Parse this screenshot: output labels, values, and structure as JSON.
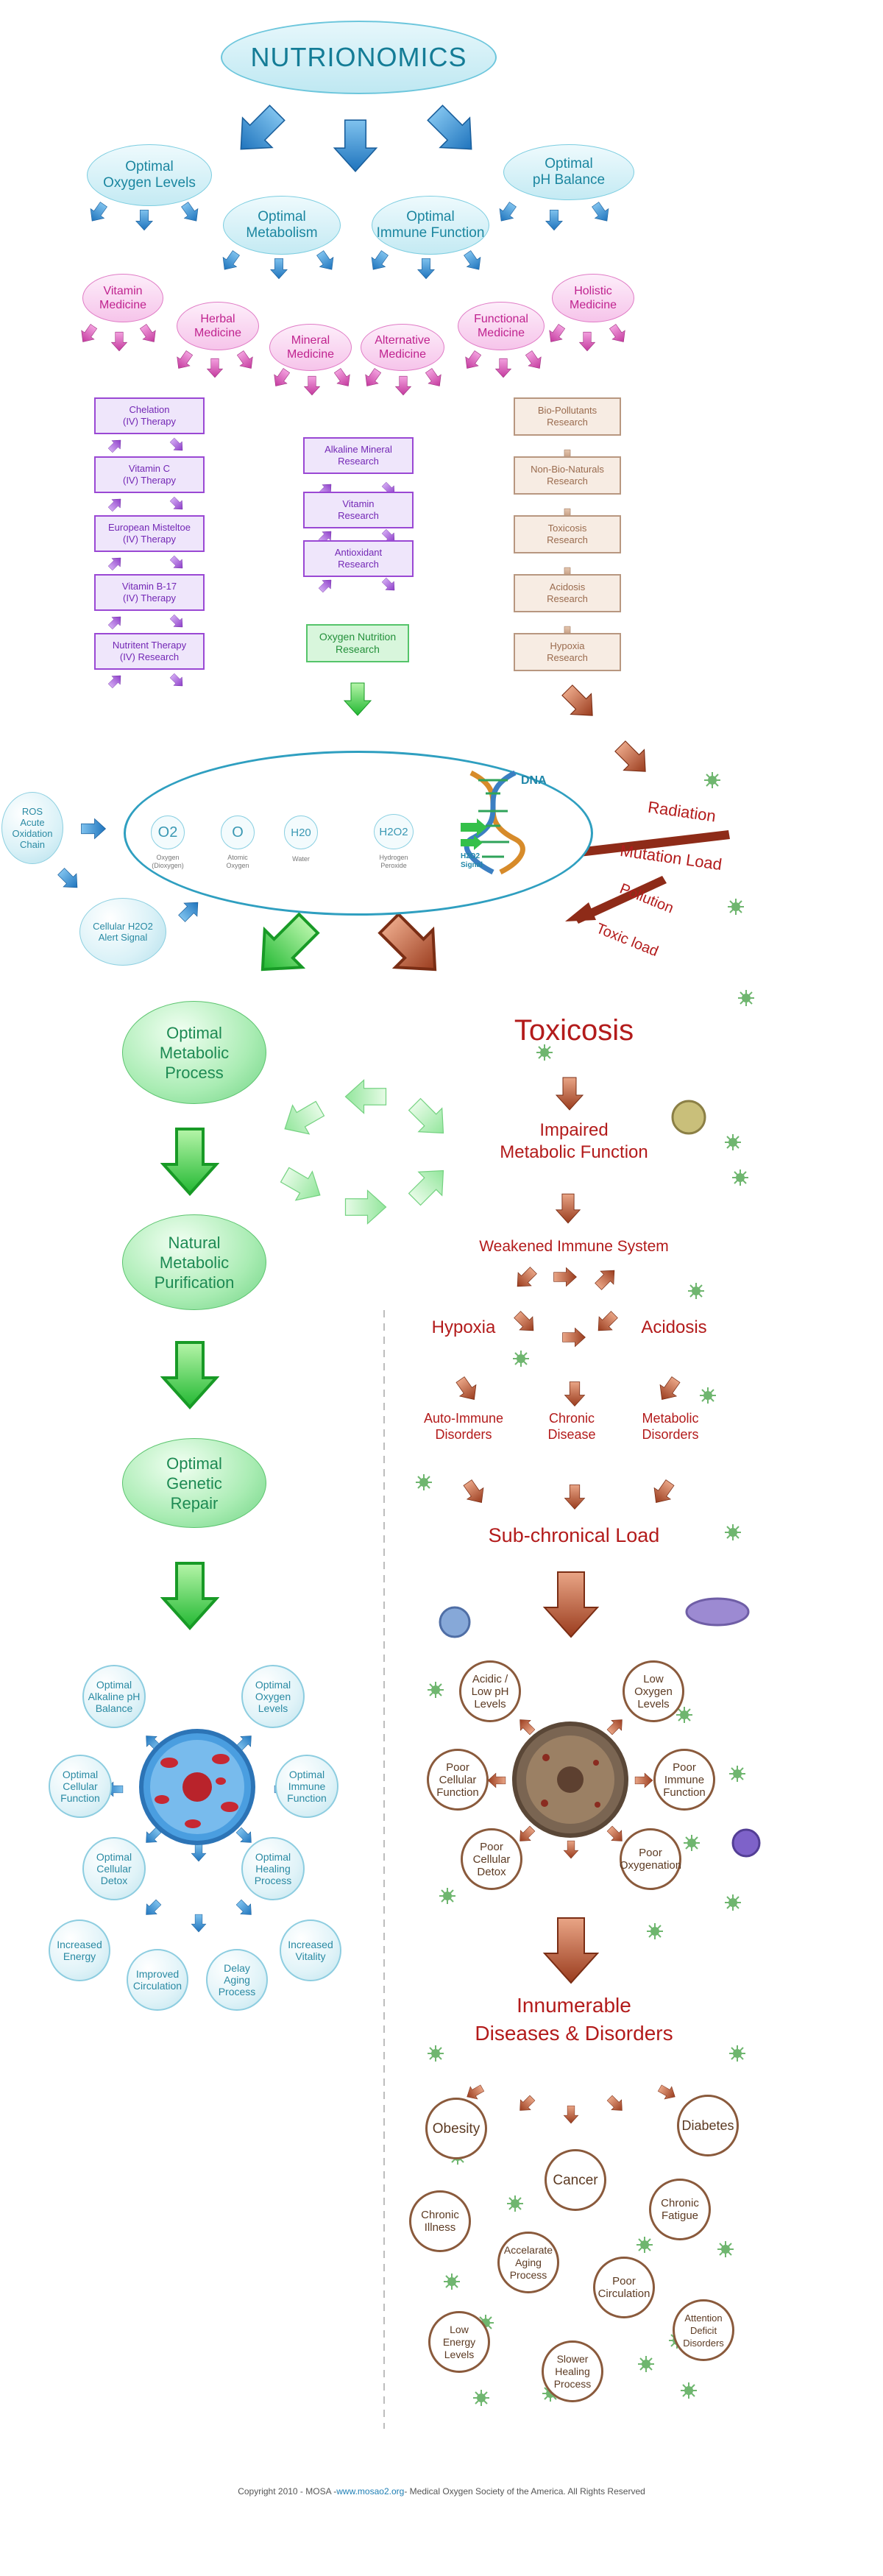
{
  "title": "NUTRIONOMICS",
  "tier1": [
    "Optimal\nOxygen Levels",
    "Optimal\nMetabolism",
    "Optimal\nImmune Function",
    "Optimal\npH Balance"
  ],
  "tier2": [
    "Vitamin\nMedicine",
    "Herbal\nMedicine",
    "Mineral\nMedicine",
    "Alternative\nMedicine",
    "Functional\nMedicine",
    "Holistic\nMedicine"
  ],
  "left_therapies": [
    "Chelation\n(IV) Therapy",
    "Vitamin C\n(IV) Therapy",
    "European Misteltoe\n(IV) Therapy",
    "Vitamin B-17\n(IV) Therapy",
    "Nutritent Therapy\n(IV) Research"
  ],
  "mid_research": [
    "Alkaline Mineral\nResearch",
    "Vitamin\nResearch",
    "Antioxidant\nResearch"
  ],
  "oxygen_nutrition": "Oxygen Nutrition\nResearch",
  "right_research": [
    "Bio-Pollutants\nResearch",
    "Non-Bio-Naturals\nResearch",
    "Toxicosis\nResearch",
    "Acidosis\nResearch",
    "Hypoxia\nResearch"
  ],
  "ros": "ROS\nAcute\nOxidation\nChain",
  "cellular_alert": "Cellular H2O2\nAlert Signal",
  "molecules": [
    {
      "sym": "O2",
      "label": "Oxygen\n(Dioxygen)"
    },
    {
      "sym": "O",
      "label": "Atomic\nOxygen"
    },
    {
      "sym": "H20",
      "label": "Water"
    },
    {
      "sym": "H2O2",
      "label": "Hydrogen\nPeroxide"
    }
  ],
  "dna": "DNA",
  "h2o2_signal": "H2O2\nSignal",
  "radiation": "Radiation",
  "mutation_load": "Mutation Load",
  "pollution": "Pollution",
  "toxic_load": "Toxic load",
  "left_flow": [
    "Optimal\nMetabolic\nProcess",
    "Natural\nMetabolic\nPurification",
    "Optimal\nGenetic\nRepair"
  ],
  "toxicosis": "Toxicosis",
  "impaired": "Impaired\nMetabolic Function",
  "weakened": "Weakened Immune System",
  "hypoxia": "Hypoxia",
  "acidosis": "Acidosis",
  "disorders_row": [
    "Auto-Immune\nDisorders",
    "Chronic\nDisease",
    "Metabolic\nDisorders"
  ],
  "subchronical": "Sub-chronical Load",
  "good_cell": [
    "Optimal\nAlkaline pH\nBalance",
    "Optimal\nOxygen\nLevels",
    "Optimal\nCellular\nFunction",
    "Optimal\nImmune\nFunction",
    "Optimal\nCellular\nDetox",
    "Optimal\nHealing\nProcess"
  ],
  "good_outcomes": [
    "Increased\nEnergy",
    "Improved\nCirculation",
    "Delay\nAging\nProcess",
    "Increased\nVitality"
  ],
  "bad_cell": [
    "Acidic /\nLow pH\nLevels",
    "Low\nOxygen\nLevels",
    "Poor\nCellular\nFunction",
    "Poor\nImmune\nFunction",
    "Poor\nCellular\nDetox",
    "Poor\nOxygenation"
  ],
  "innumerable": "Innumerable\nDiseases  &  Disorders",
  "diseases": [
    "Obesity",
    "Diabetes",
    "Cancer",
    "Chronic\nIllness",
    "Chronic\nFatigue",
    "Accelarate\nAging\nProcess",
    "Poor\nCirculation",
    "Low\nEnergy\nLevels",
    "Slower\nHealing\nProcess",
    "Attention\nDeficit\nDisorders"
  ],
  "footer": {
    "pre": "Copyright 2010  -  MOSA  -  ",
    "link": "www.mosao2.org",
    "post": "  -  Medical Oxygen Society of the America.  All Rights Reserved"
  },
  "colors": {
    "blue": "#2f86c9",
    "pink": "#c43a9e",
    "green": "#3fcf4b",
    "brown": "#a4502c",
    "red": "#b31b1b"
  }
}
